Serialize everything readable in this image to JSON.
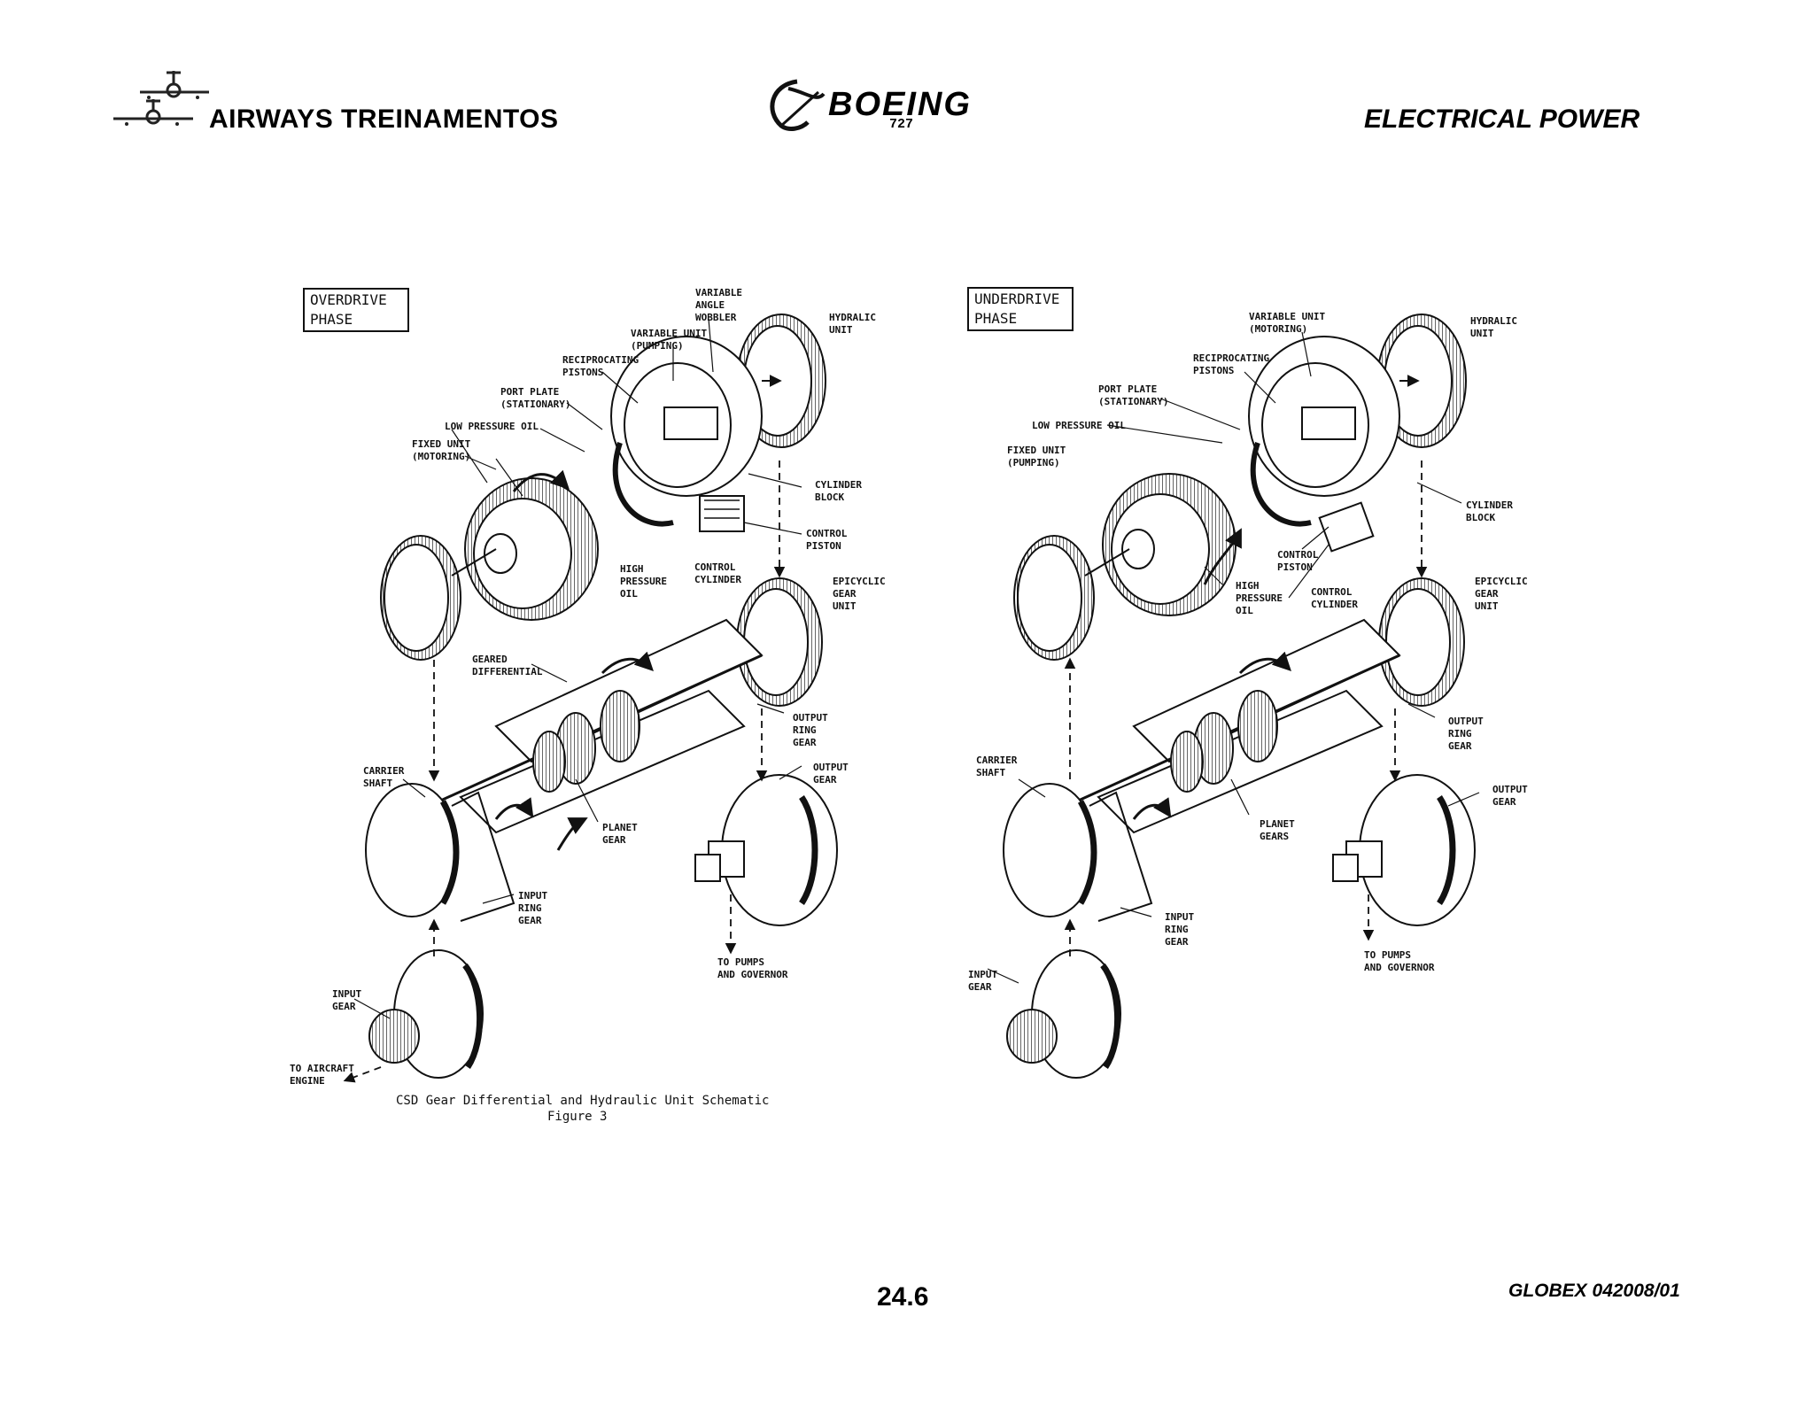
{
  "header": {
    "company": "AIRWAYS  TREINAMENTOS",
    "brand": "BOEING",
    "model": "727",
    "section": "ELECTRICAL POWER"
  },
  "footer": {
    "page_number": "24.6",
    "doc_code": "GLOBEX 042008/01"
  },
  "left_panel": {
    "phase": [
      "OVERDRIVE",
      "PHASE"
    ],
    "labels": {
      "variable_angle_wobbler": [
        "VARIABLE",
        "ANGLE",
        "WOBBLER"
      ],
      "variable_unit": [
        "VARIABLE UNIT",
        "(PUMPING)"
      ],
      "hydraulic_unit": [
        "HYDRALIC",
        "UNIT"
      ],
      "reciprocating_pistons": [
        "RECIPROCATING",
        "PISTONS"
      ],
      "port_plate": [
        "PORT PLATE",
        "(STATIONARY)"
      ],
      "low_pressure_oil": [
        "LOW PRESSURE OIL"
      ],
      "fixed_unit": [
        "FIXED UNIT",
        "(MOTORING)"
      ],
      "cylinder_block": [
        "CYLINDER",
        "BLOCK"
      ],
      "control_piston": [
        "CONTROL",
        "PISTON"
      ],
      "high_pressure_oil": [
        "HIGH",
        "PRESSURE",
        "OIL"
      ],
      "control_cylinder": [
        "CONTROL",
        "CYLINDER"
      ],
      "epicyclic_gear_unit": [
        "EPICYCLIC",
        "GEAR",
        "UNIT"
      ],
      "geared_differential": [
        "GEARED",
        "DIFFERENTIAL"
      ],
      "output_ring_gear": [
        "OUTPUT",
        "RING",
        "GEAR"
      ],
      "output_gear": [
        "OUTPUT",
        "GEAR"
      ],
      "carrier_shaft": [
        "CARRIER",
        "SHAFT"
      ],
      "planet_gear": [
        "PLANET",
        "GEAR"
      ],
      "input_ring_gear": [
        "INPUT",
        "RING",
        "GEAR"
      ],
      "to_pumps": [
        "TO PUMPS",
        "AND GOVERNOR"
      ],
      "input_gear": [
        "INPUT",
        "GEAR"
      ],
      "to_aircraft_engine": [
        "TO AIRCRAFT",
        "ENGINE"
      ]
    },
    "caption": [
      "CSD Gear Differential and Hydraulic Unit Schematic",
      "Figure 3"
    ]
  },
  "right_panel": {
    "phase": [
      "UNDERDRIVE",
      "PHASE"
    ],
    "labels": {
      "variable_unit": [
        "VARIABLE UNIT",
        "(MOTORING)"
      ],
      "hydraulic_unit": [
        "HYDRALIC",
        "UNIT"
      ],
      "reciprocating_pistons": [
        "RECIPROCATING",
        "PISTONS"
      ],
      "port_plate": [
        "PORT PLATE",
        "(STATIONARY)"
      ],
      "low_pressure_oil": [
        "LOW PRESSURE OIL"
      ],
      "fixed_unit": [
        "FIXED UNIT",
        "(PUMPING)"
      ],
      "cylinder_block": [
        "CYLINDER",
        "BLOCK"
      ],
      "control_piston": [
        "CONTROL",
        "PISTON"
      ],
      "high_pressure_oil": [
        "HIGH",
        "PRESSURE",
        "OIL"
      ],
      "control_cylinder": [
        "CONTROL",
        "CYLINDER"
      ],
      "epicyclic_gear_unit": [
        "EPICYCLIC",
        "GEAR",
        "UNIT"
      ],
      "output_ring_gear": [
        "OUTPUT",
        "RING",
        "GEAR"
      ],
      "carrier_shaft": [
        "CARRIER",
        "SHAFT"
      ],
      "output_gear": [
        "OUTPUT",
        "GEAR"
      ],
      "planet_gears": [
        "PLANET",
        "GEARS"
      ],
      "input_ring_gear": [
        "INPUT",
        "RING",
        "GEAR"
      ],
      "to_pumps": [
        "TO PUMPS",
        "AND GOVERNOR"
      ],
      "input_gear": [
        "INPUT",
        "GEAR"
      ]
    }
  }
}
